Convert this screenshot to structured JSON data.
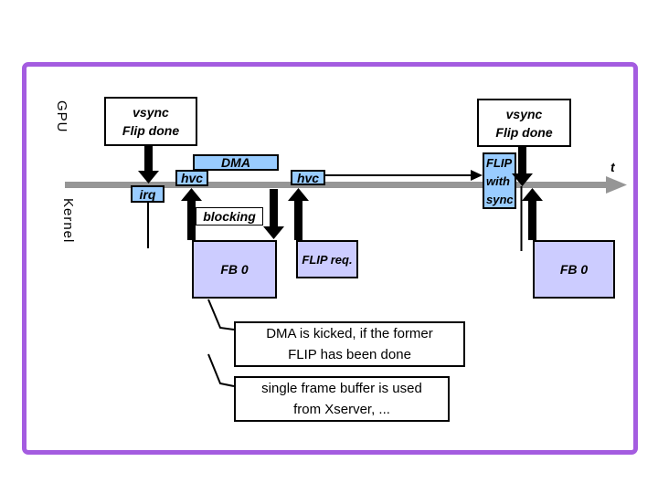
{
  "colors": {
    "slide_border": "#a45ce0",
    "timeline_gray": "#969696",
    "process_blue": "#99ccff",
    "buffer_lavender": "#ccccff"
  },
  "axis": {
    "gpu_label": "GPU",
    "kernel_label": "Kernel",
    "time_label": "t"
  },
  "events": {
    "vsync_left": {
      "line1": "vsync",
      "line2": "Flip done"
    },
    "vsync_right": {
      "line1": "vsync",
      "line2": "Flip done"
    },
    "irq": "irq",
    "dma": "DMA",
    "hvc1": "hvc",
    "hvc2": "hvc",
    "flip_with_sync": {
      "line1": "FLIP",
      "line2": "with",
      "line3": "sync"
    },
    "blocking": "blocking"
  },
  "buffers": {
    "fb0_left": "FB 0",
    "flip_req": "FLIP req.",
    "fb0_right": "FB 0"
  },
  "callouts": {
    "dma_kicked": {
      "line1": "DMA is kicked, if the former",
      "line2": "FLIP has been done"
    },
    "single_fb": {
      "line1": "single frame buffer is used",
      "line2": "from Xserver, ..."
    }
  }
}
